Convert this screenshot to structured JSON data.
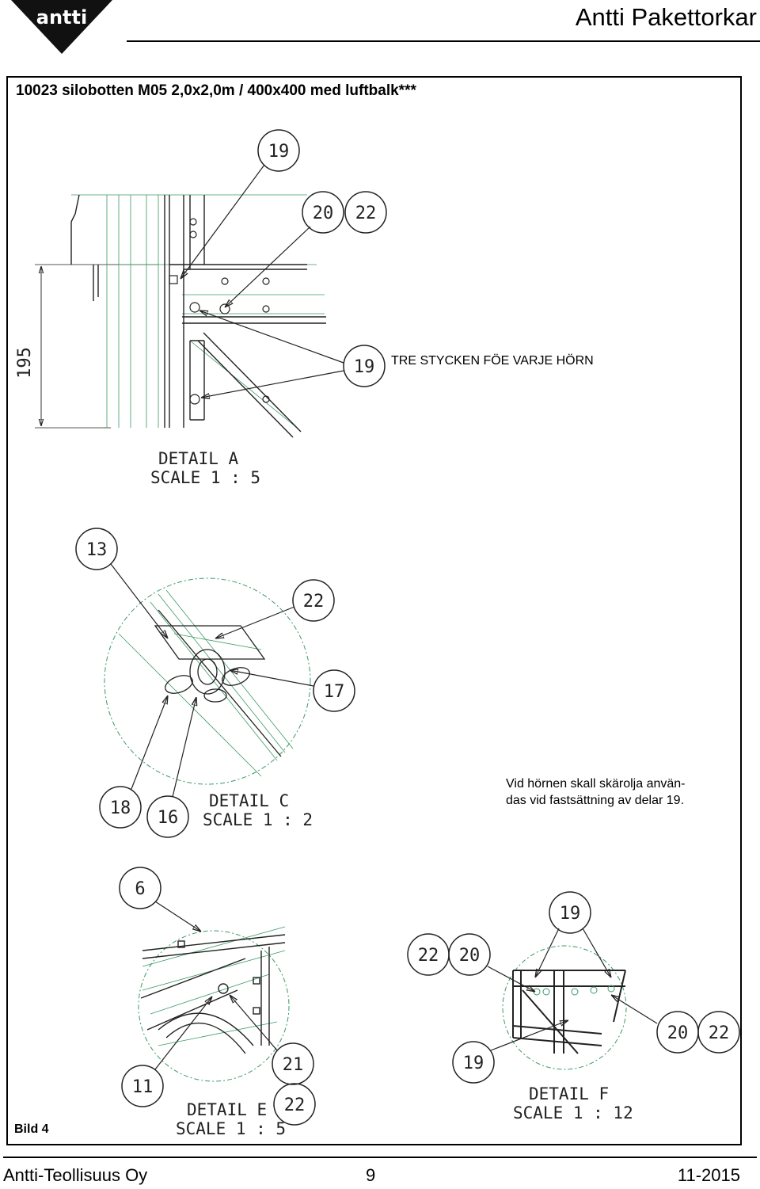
{
  "header": {
    "logo_text": "antti",
    "title": "Antti Pakettorkar"
  },
  "document": {
    "title": "10023 silobotten M05 2,0x2,0m / 400x400 med luftbalk***",
    "figure_label": "Bild 4",
    "note_line1": "Vid hörnen skall skärolja använ-",
    "note_line2": "das vid fastsättning av delar 19."
  },
  "detail_a": {
    "label": "DETAIL A",
    "scale": "SCALE 1 : 5",
    "dimension": "195",
    "annotation": "TRE STYCKEN FÖE VARJE HÖRN",
    "callouts": [
      "19",
      "20",
      "22",
      "19"
    ]
  },
  "detail_c": {
    "label": "DETAIL C",
    "scale": "SCALE 1 : 2",
    "callouts": [
      "13",
      "22",
      "17",
      "18",
      "16"
    ]
  },
  "detail_e": {
    "label": "DETAIL E",
    "scale": "SCALE 1 : 5",
    "callouts": [
      "6",
      "11",
      "21",
      "22"
    ]
  },
  "detail_f": {
    "label": "DETAIL F",
    "scale": "SCALE 1 : 12",
    "callouts": [
      "19",
      "22",
      "20",
      "19",
      "20",
      "22"
    ]
  },
  "footer": {
    "company": "Antti-Teollisuus Oy",
    "page": "9",
    "date": "11-2015"
  }
}
